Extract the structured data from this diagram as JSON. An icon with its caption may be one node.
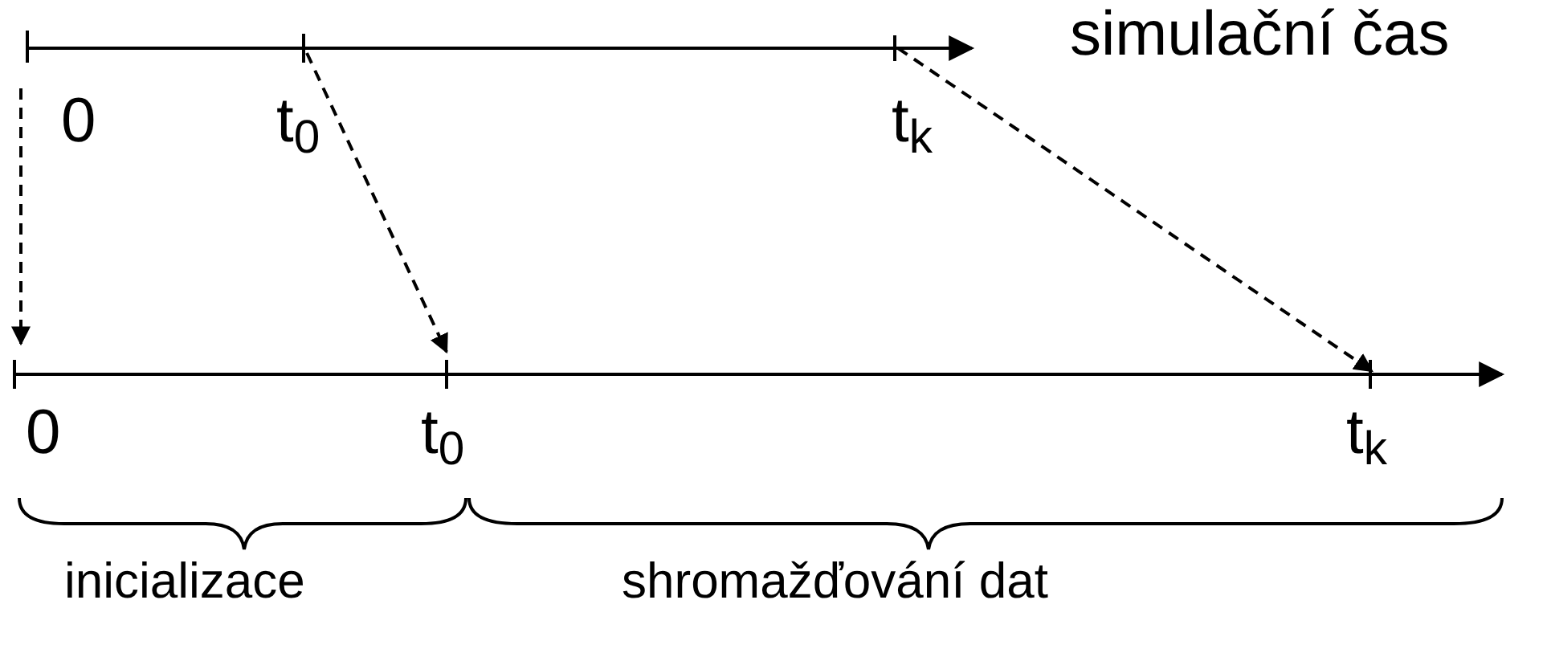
{
  "diagram": {
    "nodes": [
      {
        "text": [],
        "shape": "bar"
      },
      {
        "text": [],
        "shape": "bar"
      },
      {
        "text": [],
        "shape": "bar"
      },
      {
        "text": [],
        "shape": "bar"
      },
      {
        "text": [],
        "shape": "bar"
      },
      {
        "text": [],
        "shape": "bar"
      }
    ],
    "edges": [
      {
        "from": 0,
        "to": 3,
        "arrow": "to",
        "style": "dashed"
      },
      {
        "from": 1,
        "to": 4,
        "arrow": "to",
        "style": "dashed"
      },
      {
        "from": 2,
        "to": 5,
        "arrow": "to",
        "style": "dashed"
      }
    ],
    "labels": [
      "simulační čas",
      "0",
      "t$_{0}$",
      "t$_{k}$",
      "0",
      "t$_{0}$",
      "t$_{k}$",
      "inicializace",
      "shromažďování dat"
    ]
  }
}
